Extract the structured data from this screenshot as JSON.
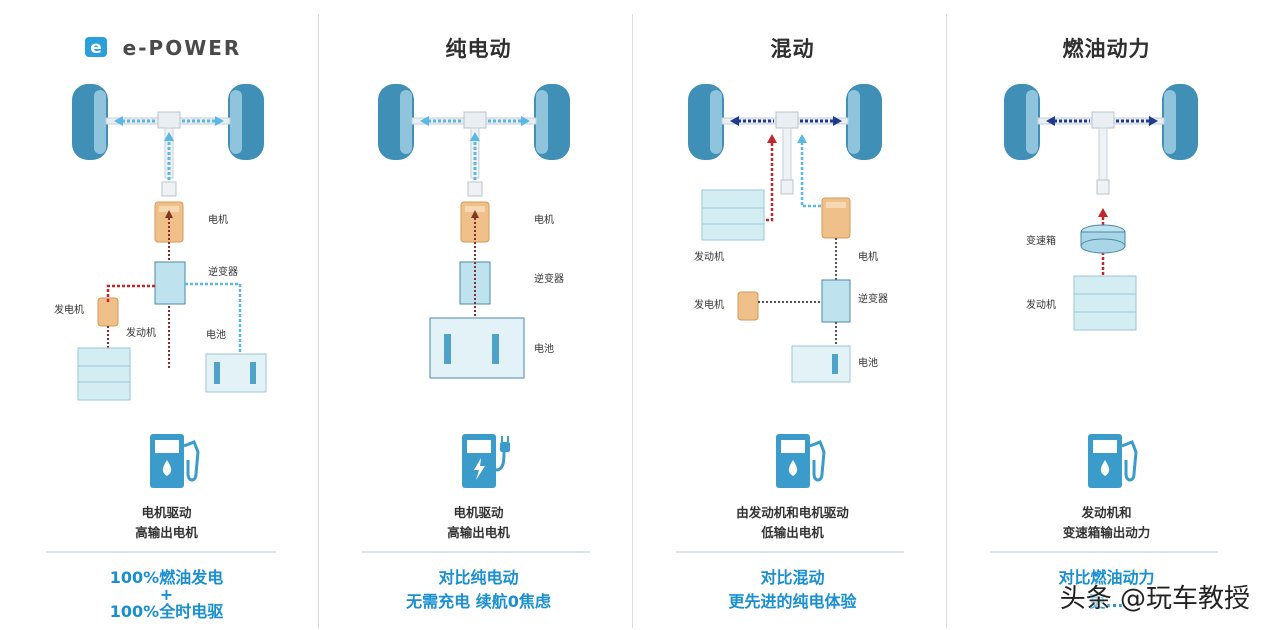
{
  "columns": [
    {
      "title": "e-POWER",
      "labels": {
        "motor": "电机",
        "inverter": "逆变器",
        "generator": "发电机",
        "engine": "发动机",
        "battery": "电池"
      },
      "desc": [
        "电机驱动",
        "高输出电机"
      ],
      "highlight": [
        "100%燃油发电",
        "+",
        "100%全时电驱"
      ],
      "pump_icon": "fuel-pump-icon"
    },
    {
      "title": "纯电动",
      "labels": {
        "motor": "电机",
        "inverter": "逆变器",
        "battery": "电池"
      },
      "desc": [
        "电机驱动",
        "高输出电机"
      ],
      "highlight": [
        "对比纯电动",
        "无需充电  续航0焦虑"
      ],
      "pump_icon": "ev-charger-icon"
    },
    {
      "title": "混动",
      "labels": {
        "engine": "发动机",
        "motor": "电机",
        "generator": "发电机",
        "inverter": "逆变器",
        "battery": "电池"
      },
      "desc": [
        "由发动机和电机驱动",
        "低输出电机"
      ],
      "highlight": [
        "对比混动",
        "更先进的纯电体验"
      ],
      "pump_icon": "fuel-pump-icon"
    },
    {
      "title": "燃油动力",
      "labels": {
        "gearbox": "变速箱",
        "engine": "发动机"
      },
      "desc": [
        "发动机和",
        "变速箱输出动力"
      ],
      "highlight": [
        "对比燃油动力",
        "更..."
      ],
      "pump_icon": "fuel-pump-icon"
    }
  ],
  "watermark": "头条 @玩车教授",
  "colors": {
    "highlight": "#1a8fd0",
    "tire": "#3f8fb6",
    "motor": "#f0c08a",
    "box": "#d4edf3",
    "red_flow": "#c0262c",
    "blue_flow": "#5bb7e4",
    "navy_flow": "#1f3b8c"
  }
}
